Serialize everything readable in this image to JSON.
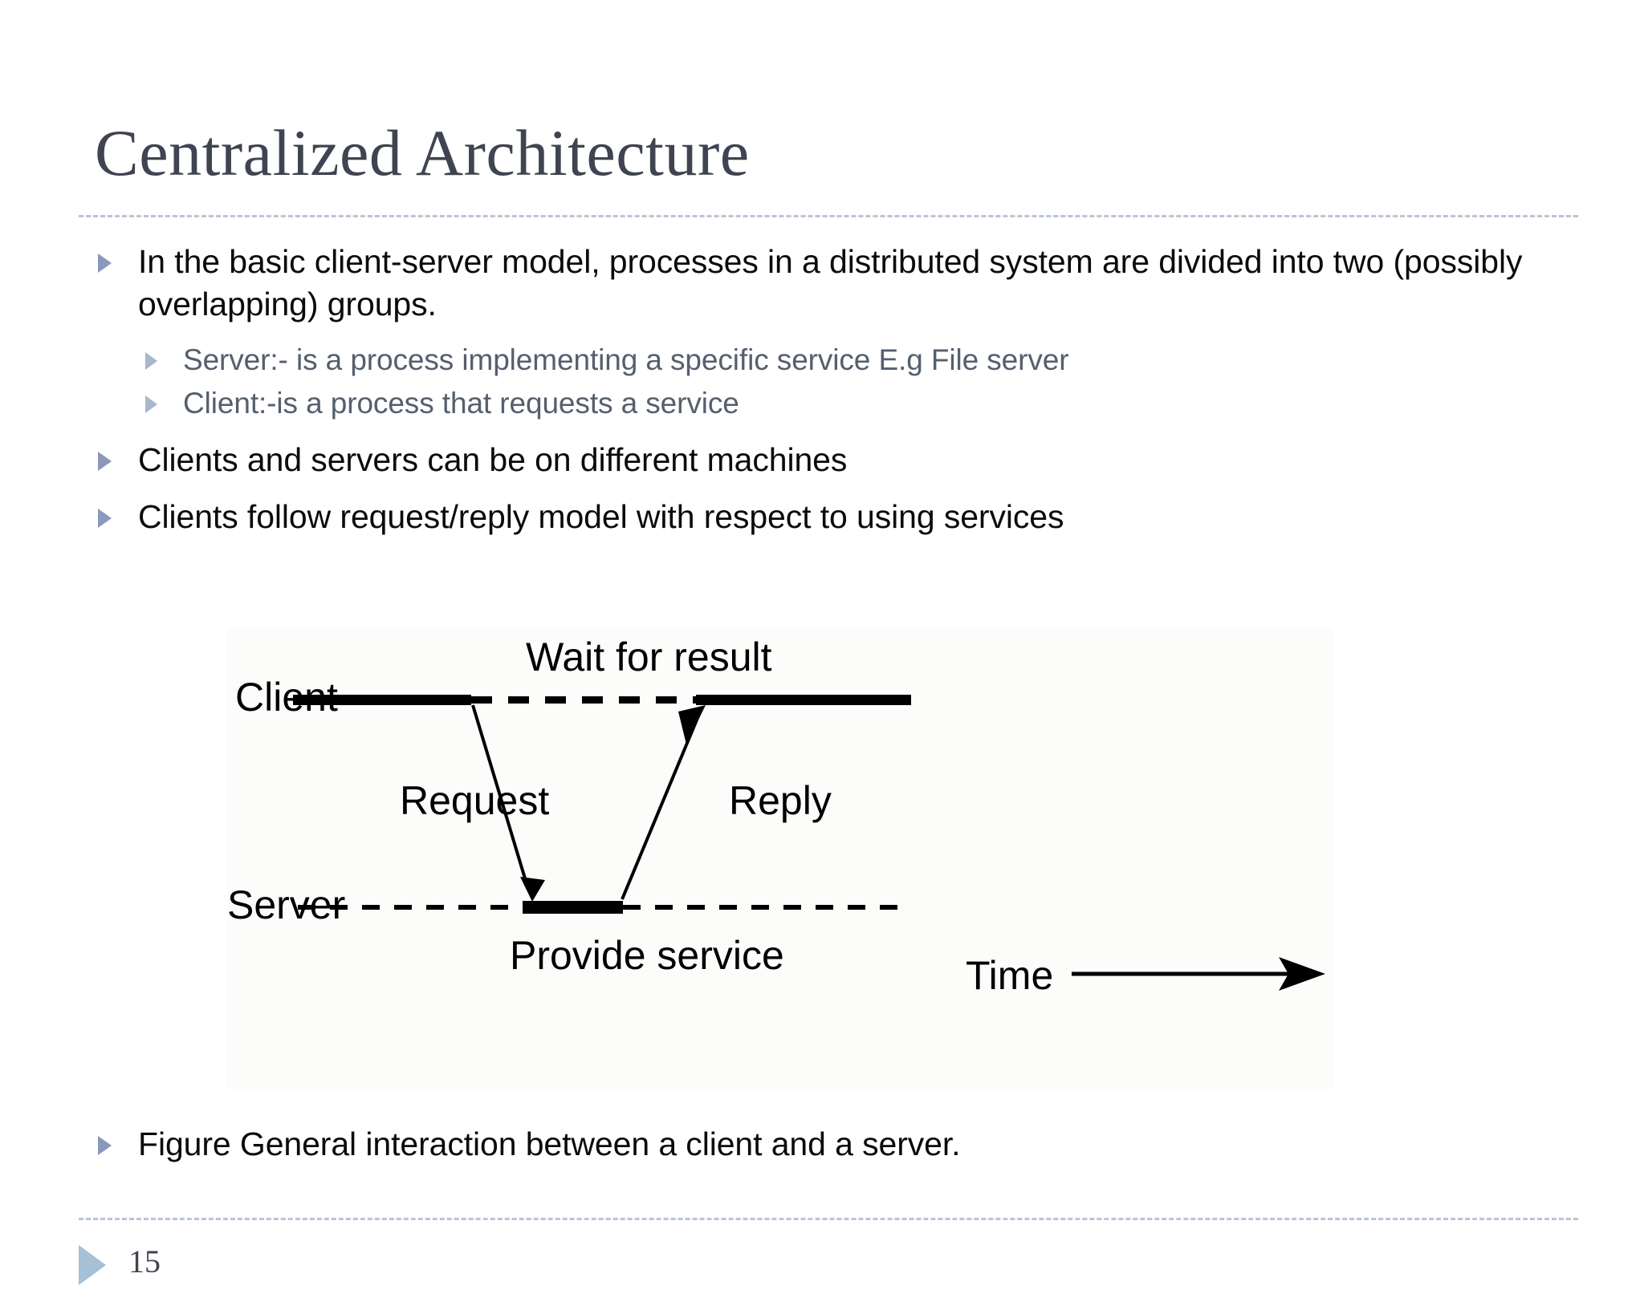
{
  "slide": {
    "title": "Centralized Architecture",
    "page_number": "15"
  },
  "bullets": [
    {
      "level": 1,
      "text": "In the basic client-server model, processes in a distributed system are divided into two (possibly overlapping) groups."
    },
    {
      "level": 2,
      "text": "Server:- is a process implementing a specific service E.g File server"
    },
    {
      "level": 2,
      "text": "Client:-is a process that requests a service"
    },
    {
      "level": 1,
      "text": "Clients and servers can be on different machines"
    },
    {
      "level": 1,
      "text": "Clients follow request/reply model with respect to using services"
    }
  ],
  "caption": {
    "text": "Figure General interaction between a client and a server."
  },
  "figure": {
    "labels": {
      "client": "Client",
      "server": "Server",
      "wait_for_result": "Wait for result",
      "request": "Request",
      "reply": "Reply",
      "provide_service": "Provide service",
      "time": "Time"
    }
  },
  "colors": {
    "title": "#3f4450",
    "bullet_level1_text": "#0b0b0b",
    "bullet_level2_text": "#555f6d",
    "marker_level1": "#8b97bb",
    "marker_level2": "#a9b6cc",
    "rule": "#b9c6d6",
    "footer_triangle": "#a6c0d6",
    "figure_ink": "#000000",
    "figure_background": "#fcfcfb"
  }
}
